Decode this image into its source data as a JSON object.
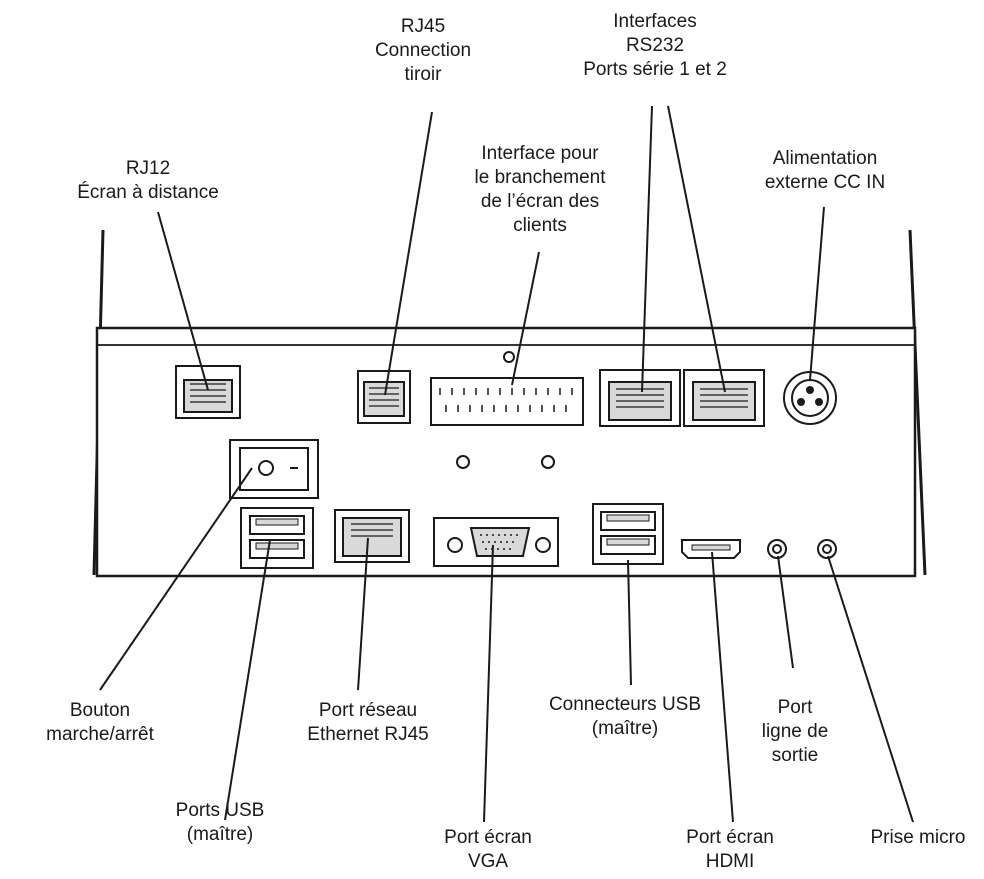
{
  "labels": {
    "rj12": [
      "RJ12",
      "Écran à distance"
    ],
    "rj45_drawer": [
      "RJ45",
      "Connection",
      "tiroir"
    ],
    "customer_display": [
      "Interface pour",
      "le branchement",
      "de l’écran des",
      "clients"
    ],
    "rs232": [
      "Interfaces",
      "RS232",
      "Ports série 1 et 2"
    ],
    "dc_in": [
      "Alimentation",
      "externe CC IN"
    ],
    "power_button": [
      "Bouton",
      "marche/arrêt"
    ],
    "ethernet": [
      "Port réseau",
      "Ethernet RJ45"
    ],
    "usb_right": [
      "Connecteurs USB",
      "(maître)"
    ],
    "line_out": [
      "Port",
      "ligne de",
      "sortie"
    ],
    "usb_left": [
      "Ports USB",
      "(maître)"
    ],
    "vga": [
      "Port écran",
      "VGA"
    ],
    "hdmi": [
      "Port écran",
      "HDMI"
    ],
    "mic": [
      "Prise micro"
    ]
  },
  "colors": {
    "line": "#1a1a1a",
    "fill": "#ffffff",
    "port_fill": "#d9d9d9"
  }
}
